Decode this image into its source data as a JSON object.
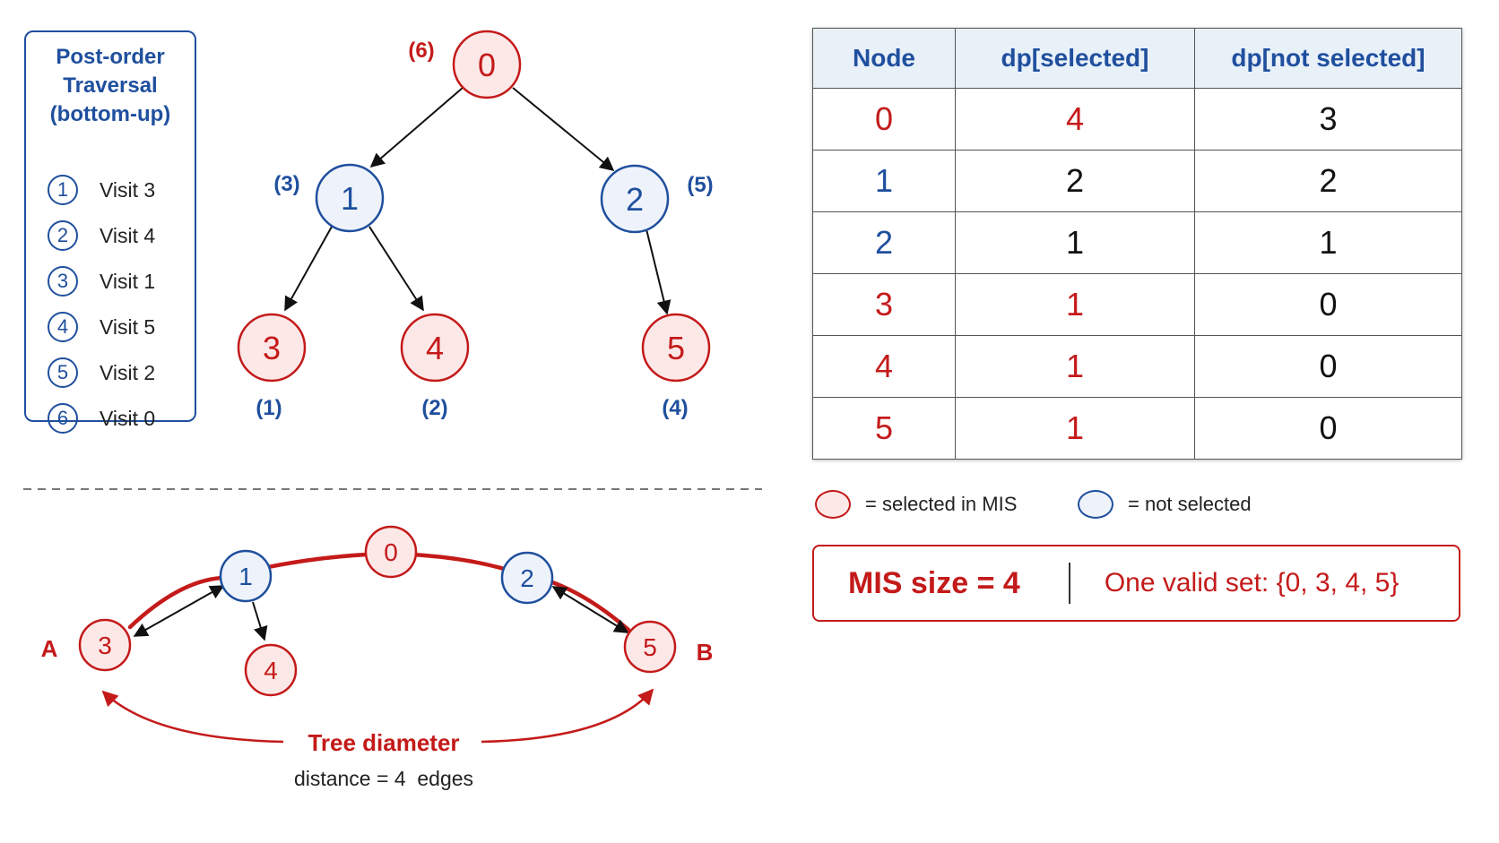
{
  "traversal": {
    "title": "Post-order\nTraversal\n(bottom-up)",
    "steps": [
      {
        "num": "1",
        "label": "Visit 3"
      },
      {
        "num": "2",
        "label": "Visit 4"
      },
      {
        "num": "3",
        "label": "Visit 1"
      },
      {
        "num": "4",
        "label": "Visit 5"
      },
      {
        "num": "5",
        "label": "Visit 2"
      },
      {
        "num": "6",
        "label": "Visit 0"
      }
    ]
  },
  "tree": {
    "nodes": [
      {
        "id": "0",
        "order": "(6)",
        "selected": true
      },
      {
        "id": "1",
        "order": "(3)",
        "selected": false
      },
      {
        "id": "2",
        "order": "(5)",
        "selected": false
      },
      {
        "id": "3",
        "order": "(1)",
        "selected": true
      },
      {
        "id": "4",
        "order": "(2)",
        "selected": true
      },
      {
        "id": "5",
        "order": "(4)",
        "selected": true
      }
    ],
    "edges": [
      [
        "0",
        "1"
      ],
      [
        "0",
        "2"
      ],
      [
        "1",
        "3"
      ],
      [
        "1",
        "4"
      ],
      [
        "2",
        "5"
      ]
    ]
  },
  "diameter": {
    "nodes": [
      "3",
      "1",
      "4",
      "0",
      "2",
      "5"
    ],
    "endpoint_a": "A",
    "endpoint_b": "B",
    "title": "Tree diameter",
    "distance": "distance = 4  edges"
  },
  "table": {
    "headers": [
      "Node",
      "dp[selected]",
      "dp[not selected]"
    ],
    "rows": [
      {
        "node": "0",
        "sel": "4",
        "not": "3",
        "node_selected": true,
        "sel_highlight": true
      },
      {
        "node": "1",
        "sel": "2",
        "not": "2",
        "node_selected": false,
        "sel_highlight": false
      },
      {
        "node": "2",
        "sel": "1",
        "not": "1",
        "node_selected": false,
        "sel_highlight": false
      },
      {
        "node": "3",
        "sel": "1",
        "not": "0",
        "node_selected": true,
        "sel_highlight": true
      },
      {
        "node": "4",
        "sel": "1",
        "not": "0",
        "node_selected": true,
        "sel_highlight": true
      },
      {
        "node": "5",
        "sel": "1",
        "not": "0",
        "node_selected": true,
        "sel_highlight": true
      }
    ]
  },
  "legend": {
    "selected_label": "= selected in MIS",
    "not_selected_label": "= not selected"
  },
  "result": {
    "mis_size": "MIS size = 4",
    "valid_set": "One valid set: {0, 3, 4, 5}"
  },
  "colors": {
    "red": "#c41a1a",
    "red_fill": "#fde8e8",
    "blue": "#1f4f9e",
    "blue_fill": "#eef3fb",
    "header_fill": "#e8f0f8"
  }
}
